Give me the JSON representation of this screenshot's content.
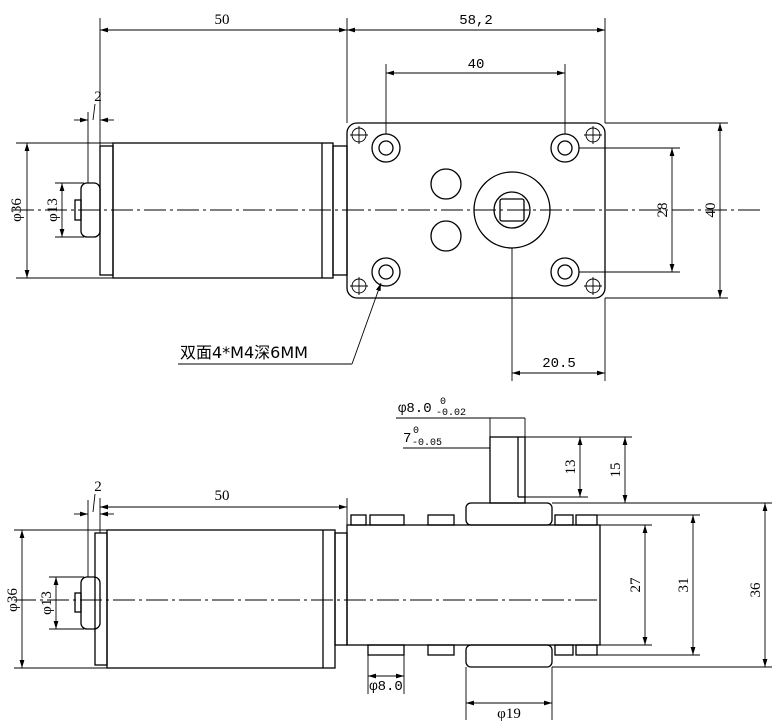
{
  "top_view": {
    "motor_length": "50",
    "gearbox_length": "58,2",
    "hole_spacing_horizontal": "40",
    "end_cap_offset": "2",
    "motor_diameter": "φ36",
    "boss_diameter": "φ13",
    "hole_spacing_vertical": "28",
    "gearbox_width": "40",
    "output_offset": "20.5",
    "mounting_note": "双面4*M4深6MM"
  },
  "side_view": {
    "shaft_diameter": {
      "nominal": "φ8.0",
      "upper_tol": "0",
      "lower_tol": "-0.02"
    },
    "flat_width": {
      "nominal": "7",
      "upper_tol": "0",
      "lower_tol": "-0.05"
    },
    "flat_length": "13",
    "shaft_length": "15",
    "end_cap_offset": "2",
    "motor_length": "50",
    "motor_diameter": "φ36",
    "boss_diameter": "φ13",
    "gearbox_body_height": "27",
    "gearbox_nut_height": "31",
    "gearbox_total_height": "36",
    "nut_diameter": "φ8.0",
    "bearing_boss_diameter": "φ19"
  }
}
